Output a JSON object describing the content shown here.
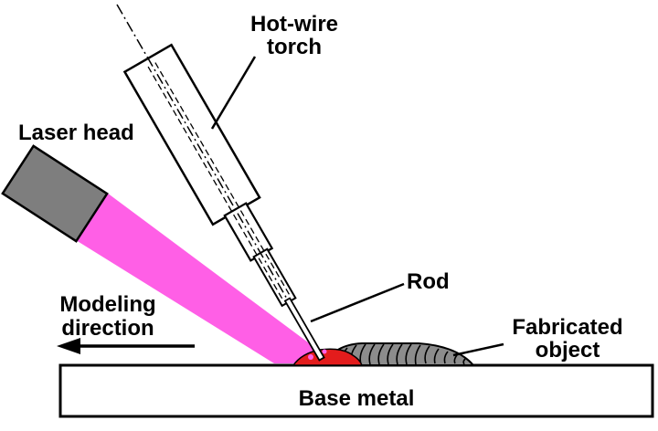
{
  "figure": {
    "labels": {
      "hot_wire_torch_line1": "Hot-wire",
      "hot_wire_torch_line2": "torch",
      "laser_head": "Laser head",
      "modeling_direction_line1": "Modeling",
      "modeling_direction_line2": "direction",
      "rod": "Rod",
      "fabricated_object_line1": "Fabricated",
      "fabricated_object_line2": "object",
      "base_metal": "Base metal"
    },
    "colors": {
      "laser_beam": "#FF5FE6",
      "melt_pool": "#E31C1C",
      "laser_head_fill": "#7E7E7E",
      "fabricated_object_fill": "#8C8C8C",
      "outline": "#000000",
      "background": "#FFFFFF"
    }
  }
}
